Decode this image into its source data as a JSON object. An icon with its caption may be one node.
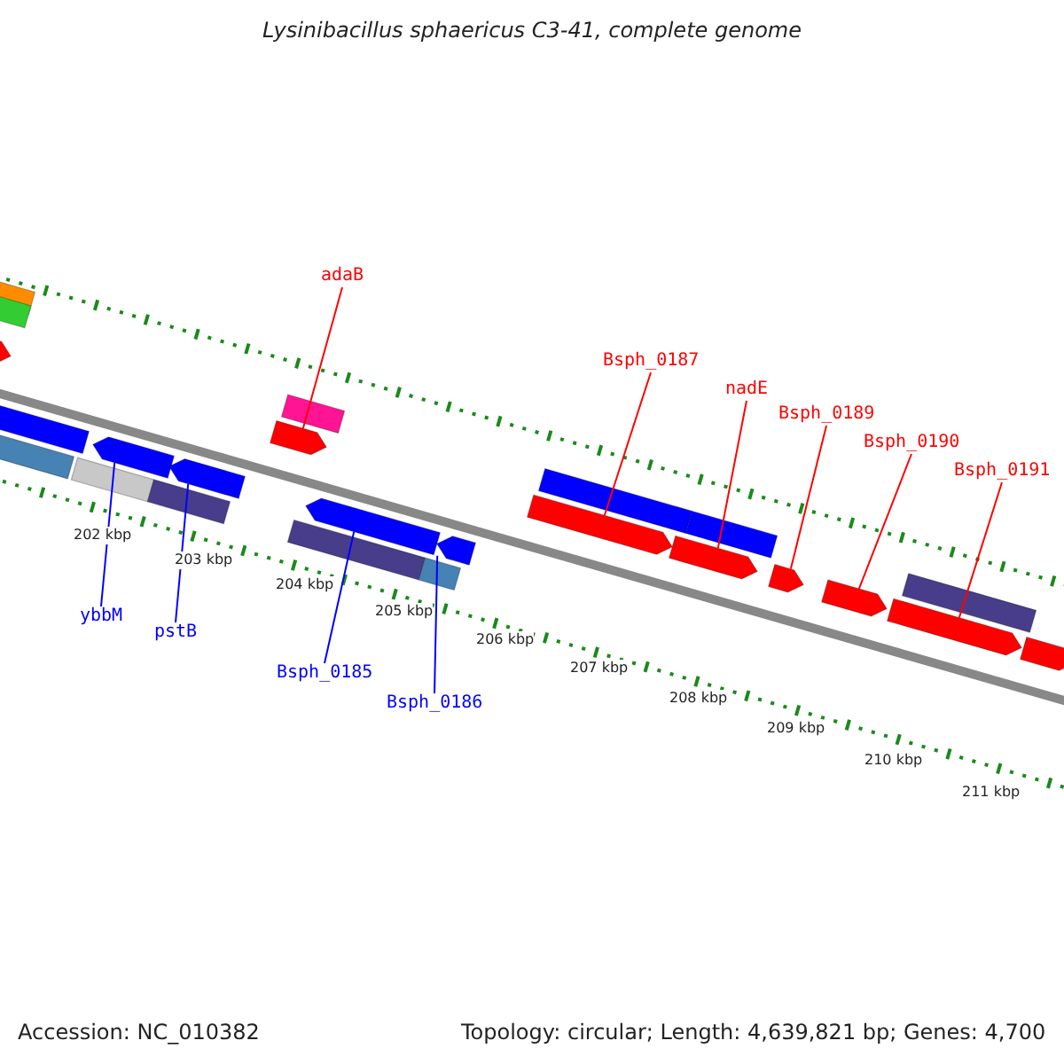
{
  "diagram": {
    "title": "Lysinibacillus sphaericus C3-41, complete genome",
    "nodes": [
      {
        "text": [
          "adaB"
        ]
      },
      {
        "text": [
          "Bsph_0187"
        ]
      },
      {
        "text": [
          "nadE"
        ]
      },
      {
        "text": [
          "Bsph_0189"
        ]
      },
      {
        "text": [
          "Bsph_0190"
        ]
      },
      {
        "text": [
          "Bsph_0191"
        ]
      },
      {
        "text": [
          "ybbM"
        ]
      },
      {
        "text": [
          "pstB"
        ]
      },
      {
        "text": [
          "Bsph_0185"
        ]
      },
      {
        "text": [
          "Bsph_0186"
        ]
      },
      {
        "text": [],
        "shape": "bar"
      },
      {
        "text": [],
        "shape": "bar"
      },
      {
        "text": [],
        "shape": "arrow"
      },
      {
        "text": [],
        "shape": "arrow"
      },
      {
        "text": [],
        "shape": "bar"
      },
      {
        "text": [],
        "shape": "arrow"
      },
      {
        "text": [],
        "shape": "bar"
      },
      {
        "text": [],
        "shape": "arrow"
      },
      {
        "text": [],
        "shape": "bar"
      },
      {
        "text": [],
        "shape": "bar"
      },
      {
        "text": [],
        "shape": "arrow"
      },
      {
        "text": [],
        "shape": "arrow"
      },
      {
        "text": [],
        "shape": "bar"
      },
      {
        "text": [],
        "shape": "arrow"
      },
      {
        "text": [],
        "shape": "bar"
      },
      {
        "text": [],
        "shape": "bar"
      },
      {
        "text": [],
        "shape": "arrow"
      },
      {
        "text": [],
        "shape": "bar"
      },
      {
        "text": [],
        "shape": "arrow"
      },
      {
        "text": [],
        "shape": "arrow"
      },
      {
        "text": [],
        "shape": "arrow"
      },
      {
        "text": [],
        "shape": "bar"
      },
      {
        "text": [],
        "shape": "arrow"
      },
      {
        "text": [],
        "shape": "arrow"
      }
    ],
    "edges": [
      {
        "from": 0,
        "to": 20,
        "arrow": "none"
      },
      {
        "from": 1,
        "to": 26,
        "arrow": "none"
      },
      {
        "from": 2,
        "to": 28,
        "arrow": "none"
      },
      {
        "from": 3,
        "to": 29,
        "arrow": "none"
      },
      {
        "from": 4,
        "to": 30,
        "arrow": "none"
      },
      {
        "from": 5,
        "to": 32,
        "arrow": "none"
      },
      {
        "from": 6,
        "to": 15,
        "arrow": "none",
        "color": "#0000ff"
      },
      {
        "from": 7,
        "to": 17,
        "arrow": "none",
        "color": "#0000ff"
      },
      {
        "from": 8,
        "to": 21,
        "arrow": "none",
        "color": "#0000ff"
      },
      {
        "from": 9,
        "to": 23,
        "arrow": "none",
        "color": "#0000ff"
      }
    ],
    "labels": [
      "202 kbp",
      "203 kbp",
      "204 kbp",
      "205 kbp",
      "206 kbp",
      "207 kbp",
      "208 kbp",
      "209 kbp",
      "210 kbp",
      "211 kbp",
      "Accession: NC_010382",
      "Topology: circular; Length: 4,639,821 bp; Genes: 4,700"
    ]
  }
}
